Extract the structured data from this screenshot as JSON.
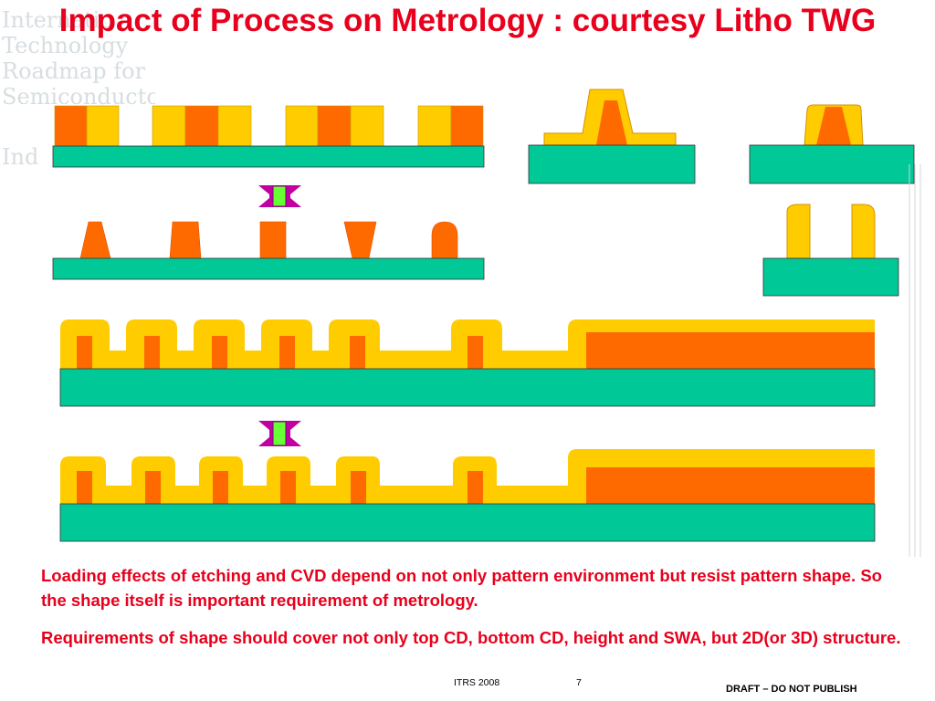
{
  "watermark": {
    "lines": [
      "Internatio",
      "Technology",
      "Roadmap for",
      "Semiconducto",
      "Ind"
    ]
  },
  "slide": {
    "title": "Impact of Process on Metrology : courtesy Litho TWG"
  },
  "captions": [
    "Loading effects of etching and CVD depend on not only pattern environment but resist pattern shape. So the shape itself is important requirement of metrology.",
    "Requirements of shape should cover not only top CD, bottom CD, height and SWA, but 2D(or 3D) structure."
  ],
  "footer": {
    "source": "ITRS  2008",
    "page": "7",
    "status": "DRAFT – DO NOT PUBLISH"
  },
  "colors": {
    "title_red": "#e8001c",
    "substrate_green": "#00c896",
    "resist_orange": "#ff6a00",
    "film_yellow": "#ffcc00",
    "arrow_magenta": "#c000a0",
    "arrow_green": "#66ff33"
  }
}
